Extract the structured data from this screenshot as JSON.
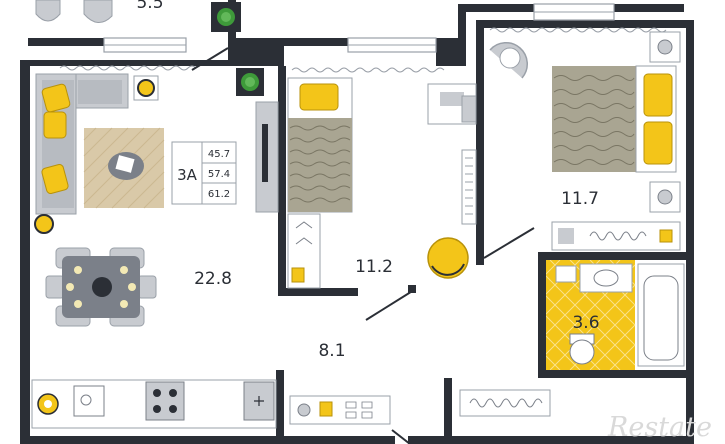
{
  "plan": {
    "unit_code": "3A",
    "total_areas": [
      "45.7",
      "57.4",
      "61.2"
    ],
    "rooms": {
      "top_left_partial": "5.5",
      "living_room": "22.8",
      "bedroom_middle": "11.2",
      "bedroom_right": "11.7",
      "bathroom": "3.6",
      "hallway": "8.1"
    },
    "watermark": "Restate"
  },
  "colors": {
    "wall": "#2b2f36",
    "accent_yellow": "#f3c519",
    "furniture_gray": "#c8cbd0",
    "floor_light": "#e4e6ea"
  }
}
